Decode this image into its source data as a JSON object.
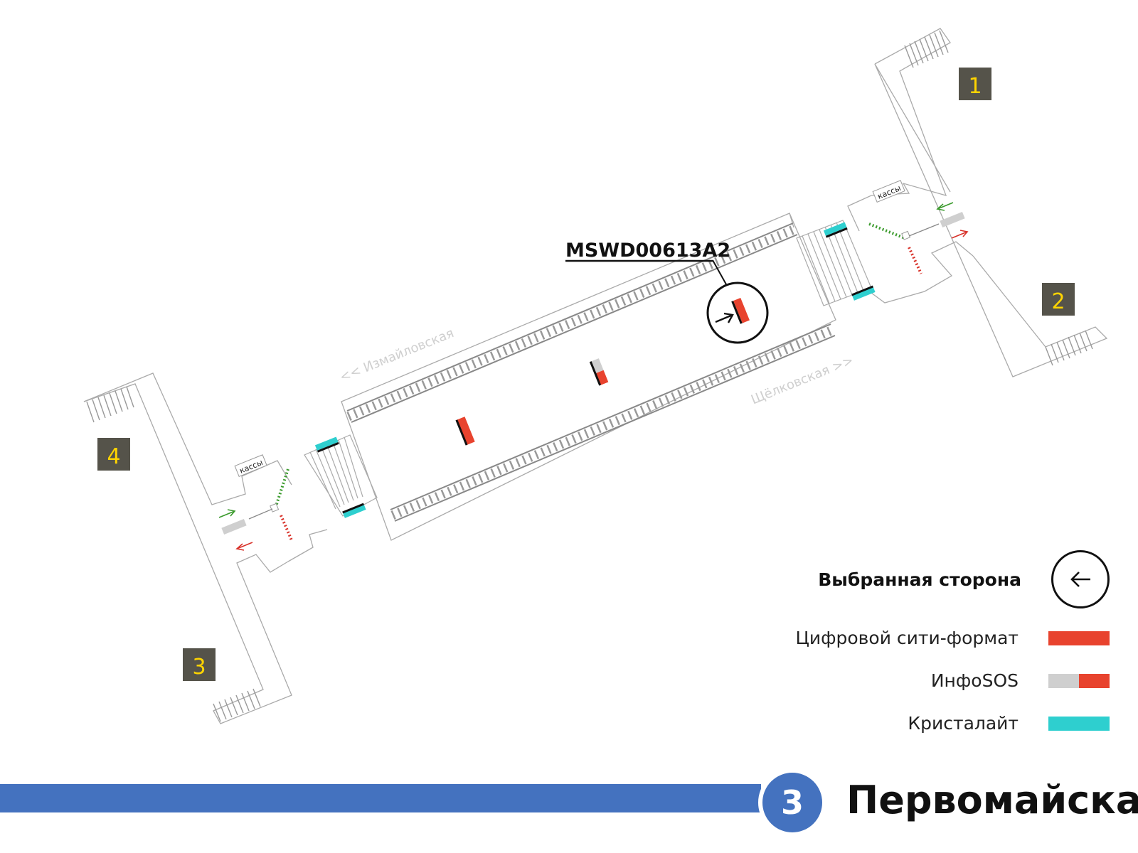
{
  "map": {
    "exits": [
      {
        "label": "1"
      },
      {
        "label": "2"
      },
      {
        "label": "3"
      },
      {
        "label": "4"
      }
    ],
    "kassy_label": "кассы",
    "direction_left": "<< Измайловская",
    "direction_right": "Щёлковская >>",
    "selected_panel_code": "MSWD00613A2"
  },
  "legend": {
    "selected_side": "Выбранная сторона",
    "digital_city_format": "Цифровой сити-формат",
    "infosos": "ИнфоSOS",
    "cristalite": "Кристалайт"
  },
  "station": {
    "line_number": "3",
    "name": "Первомайская"
  },
  "colors": {
    "digital_city_format": "#e8432e",
    "infosos_grey": "#cfcfcf",
    "infosos_red": "#e8432e",
    "cristalite": "#2ecfcf",
    "line_blue": "#4472bf",
    "exit_box": "#55534a",
    "exit_label": "#ffd400",
    "turnstile_green": "#3a9a2c",
    "turnstile_red": "#d8322a"
  }
}
